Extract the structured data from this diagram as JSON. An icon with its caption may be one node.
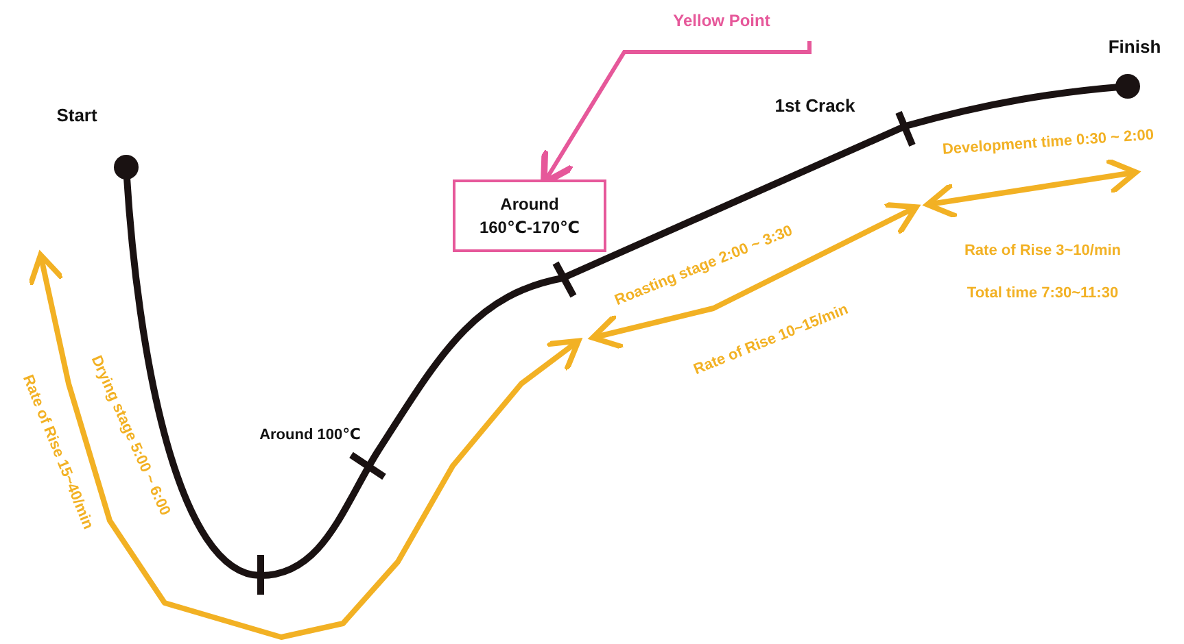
{
  "diagram": {
    "nodes": [
      {
        "text": [
          "Yellow Point"
        ]
      },
      {
        "text": [
          "Around 160℃-170℃"
        ]
      }
    ],
    "edges": [
      {
        "from": 0,
        "to": 1,
        "arrow": "to"
      }
    ],
    "labels": [
      "Start",
      "Finish",
      "1st Crack",
      "Around 100℃",
      "Development time 0:30 ~ 2:00",
      "Roasting stage 2:00 ~ 3:30",
      "Rate of Rise 10~15/min",
      "Rate of Rise 3~10/min",
      "Total time 7:30~11:30",
      "Drying stage 5:00 ~ 6:00",
      "Rate of Rise 15~40/min"
    ]
  }
}
